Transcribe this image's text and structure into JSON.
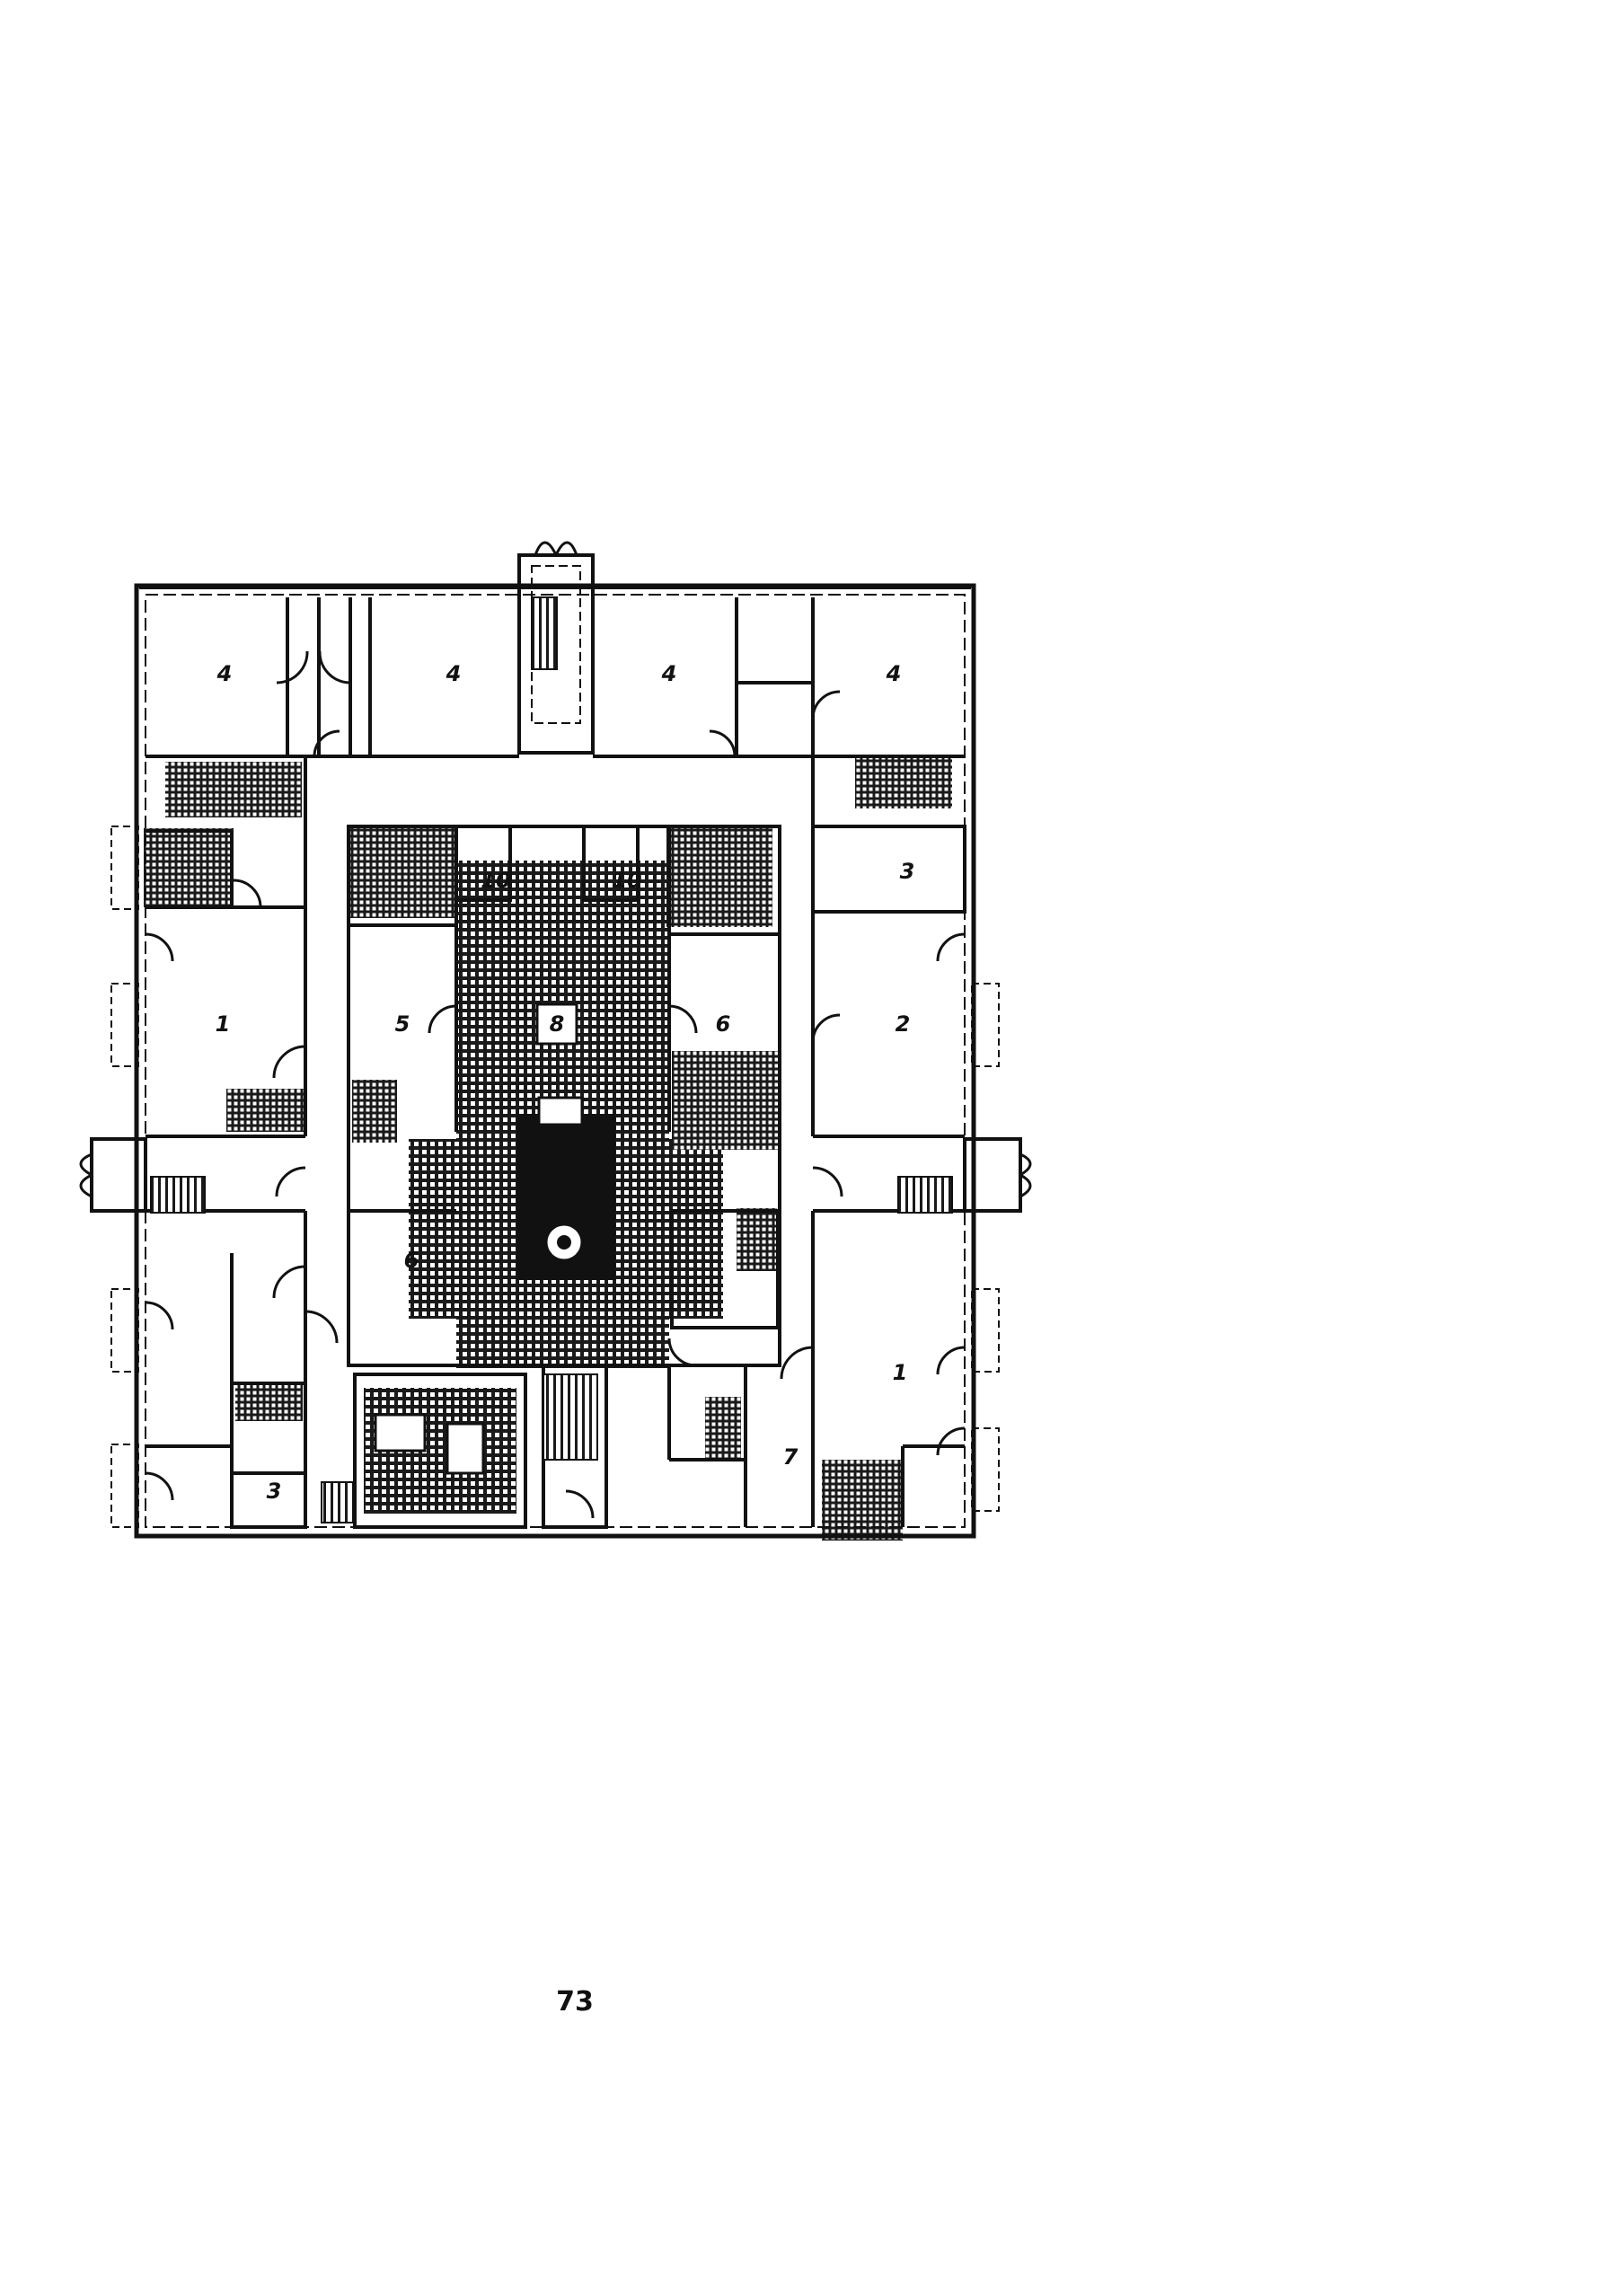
{
  "room_labels": {
    "r4a": "4",
    "r4b": "4",
    "r4c": "4",
    "r4d": "4",
    "r1_left": "1",
    "r5": "5",
    "r8": "8",
    "r6_center": "6",
    "r2": "2",
    "r10a": "10",
    "r10b": "10",
    "r3_right": "3",
    "r6_lower": "6",
    "r1_right": "1",
    "r7": "7",
    "r3_lower": "3"
  },
  "page_number": "73",
  "colors": {
    "ink": "#111111",
    "paper": "#ffffff"
  }
}
